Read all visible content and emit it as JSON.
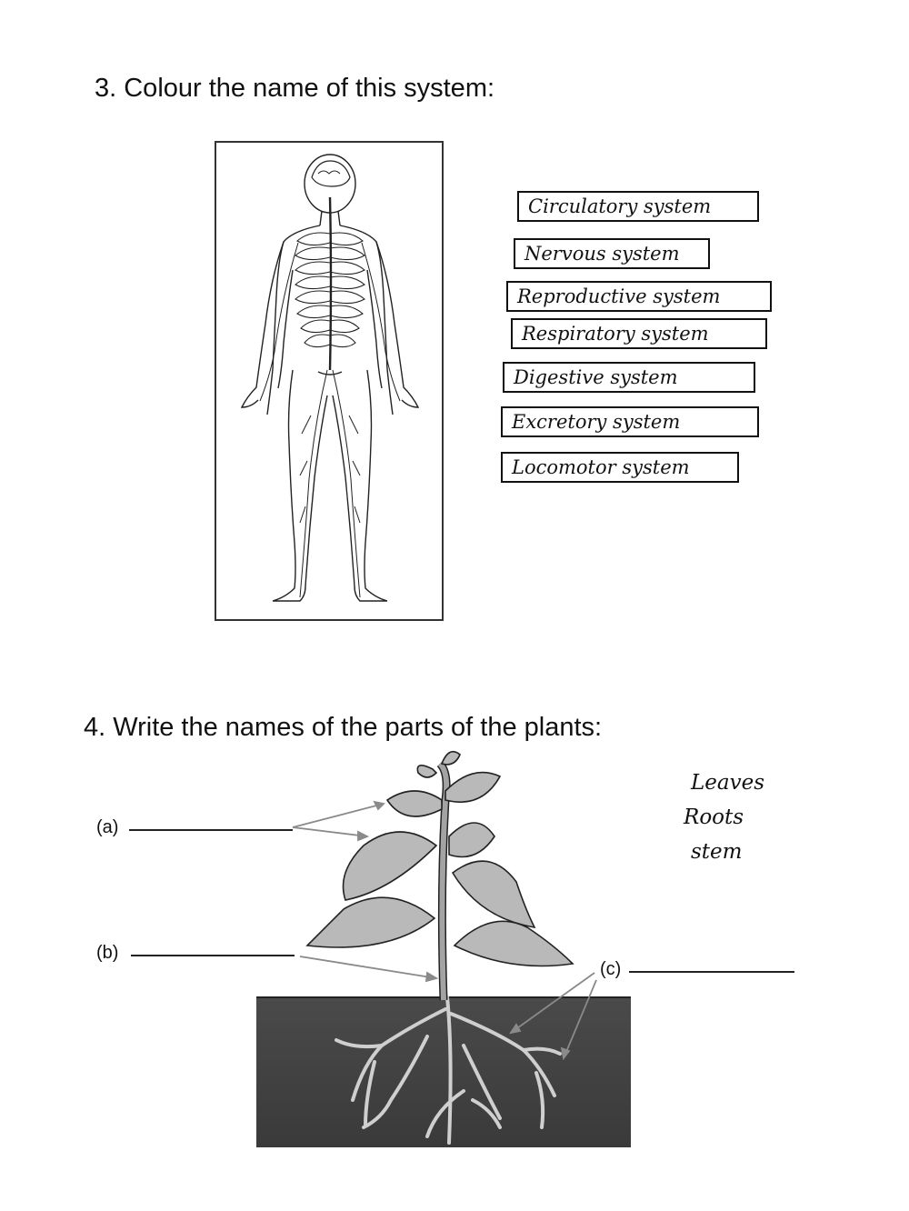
{
  "questions": {
    "q3": {
      "prompt": "3. Colour the name of this system:",
      "options": [
        "Circulatory system",
        "Nervous system",
        "Reproductive system",
        "Respiratory system",
        "Digestive system",
        "Excretory system",
        "Locomotor system"
      ]
    },
    "q4": {
      "prompt": "4. Write the names of the parts of the plants:",
      "labels": {
        "a": "(a)",
        "b": "(b)",
        "c": "(c)"
      },
      "word_bank": [
        "Leaves",
        "Roots",
        "stem"
      ]
    }
  },
  "icons": {
    "nervous_figure": "nervous-system-diagram-icon",
    "plant_figure": "plant-diagram-icon"
  },
  "colors": {
    "ink": "#111111",
    "soil": "#3f3f3f",
    "leaf": "#b7b7b7",
    "stem": "#9a9a9a"
  }
}
